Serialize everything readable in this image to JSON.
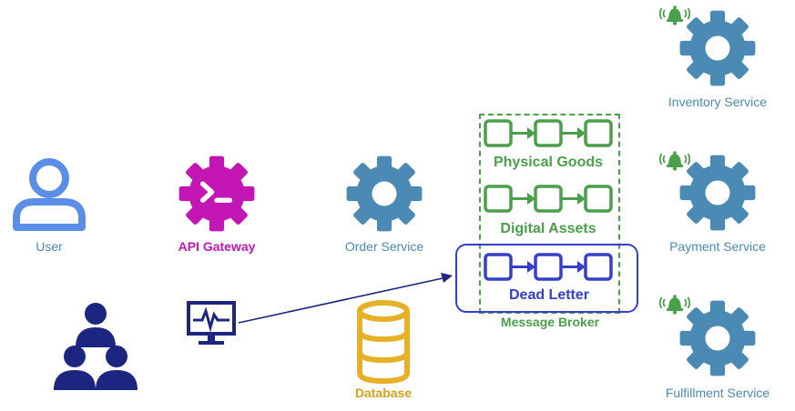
{
  "colors": {
    "gear": "#4a8ab5",
    "user": "#5b8ee6",
    "gateway": "#c416b5",
    "database": "#e8b025",
    "queue_green": "#4aa04a",
    "dead_letter": "#3440c8",
    "admin": "#1c2580",
    "bell": "#4aa04a"
  },
  "icons": {
    "user": "user-icon",
    "gateway": "terminal-gear-icon",
    "gear": "gear-icon",
    "database": "database-icon",
    "monitor": "monitor-pulse-icon",
    "org": "people-hierarchy-icon",
    "bell": "ringing-bell-icon"
  },
  "nodes": {
    "user": "User",
    "api_gateway": "API Gateway",
    "order_service": "Order Service",
    "database": "Database",
    "inventory_service": "Inventory Service",
    "payment_service": "Payment Service",
    "fulfillment_service": "Fulfillment Service"
  },
  "broker": {
    "label": "Message Broker",
    "queues": [
      {
        "label": "Physical Goods"
      },
      {
        "label": "Digital Assets"
      },
      {
        "label": "Dead Letter"
      }
    ]
  }
}
